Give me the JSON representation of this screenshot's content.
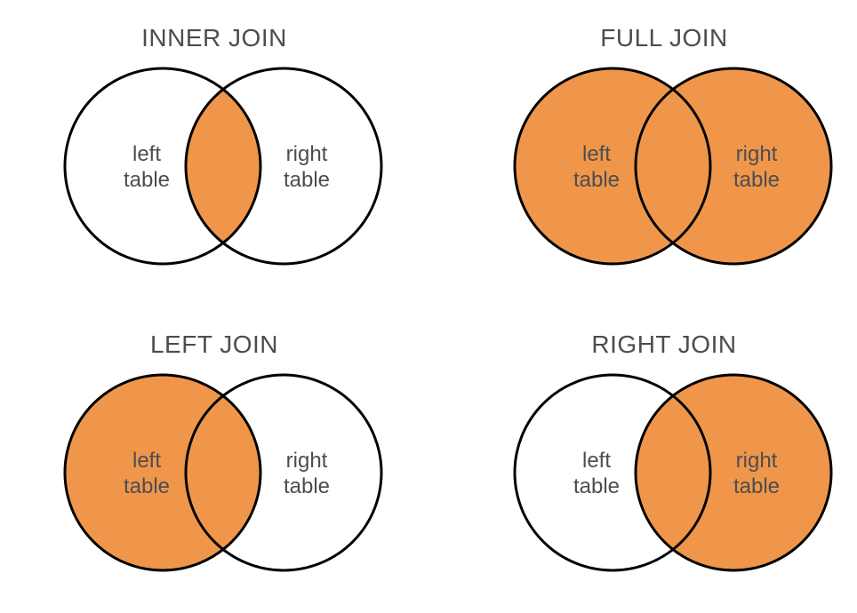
{
  "colors": {
    "highlight_orange": "#F0964A",
    "circle_stroke": "#000000",
    "text_color": "#4D4D4F",
    "background": "#FFFFFF"
  },
  "diagrams": [
    {
      "title": "INNER JOIN",
      "shaded_region": "intersection",
      "left_label": [
        "left",
        "table"
      ],
      "right_label": [
        "right",
        "table"
      ]
    },
    {
      "title": "FULL JOIN",
      "shaded_region": "both_circles",
      "left_label": [
        "left",
        "table"
      ],
      "right_label": [
        "right",
        "table"
      ]
    },
    {
      "title": "LEFT JOIN",
      "shaded_region": "left_circle_including_intersection",
      "left_label": [
        "left",
        "table"
      ],
      "right_label": [
        "right",
        "table"
      ]
    },
    {
      "title": "RIGHT JOIN",
      "shaded_region": "right_circle_including_intersection",
      "left_label": [
        "left",
        "table"
      ],
      "right_label": [
        "right",
        "table"
      ]
    }
  ]
}
